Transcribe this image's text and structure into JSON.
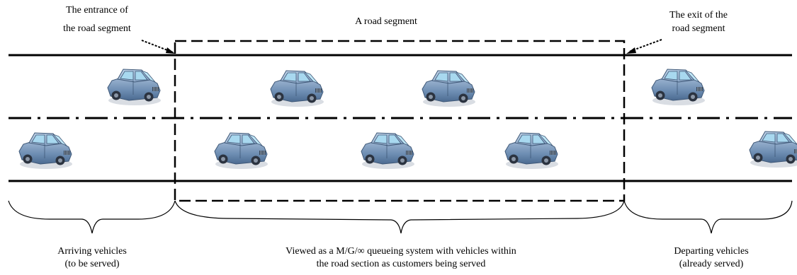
{
  "labels": {
    "entrance_line1": "The entrance of",
    "entrance_line2": "the road segment",
    "segment_title": "A road segment",
    "exit_line1": "The exit of the",
    "exit_line2": "road segment",
    "arriving_line1": "Arriving vehicles",
    "arriving_line2": "(to be served)",
    "queue_line1": "Viewed as a M/G/∞ queueing system with vehicles within",
    "queue_line2": "the road section as customers being served",
    "departing_line1": "Departing vehicles",
    "departing_line2": "(already served)"
  },
  "colors": {
    "car_body": "#6f8fb4",
    "car_dark": "#3f5877",
    "car_window": "#a8d8ef",
    "line": "#000000"
  },
  "lanes": {
    "upper_lane_car_count": 4,
    "lower_lane_car_count": 5
  }
}
